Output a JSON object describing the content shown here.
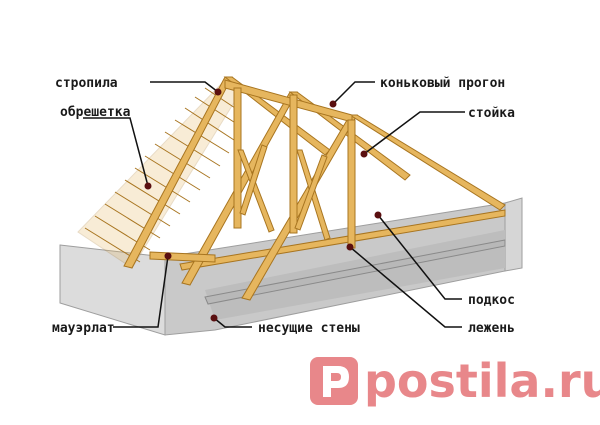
{
  "labels": {
    "rafters": "стропила",
    "battens": "обрешетка",
    "wall_plate": "мауэрлат",
    "ridge_purlin": "коньковый прогон",
    "post": "стойка",
    "strut": "подкос",
    "sill": "лежень",
    "bearing_walls": "несущие стены"
  },
  "watermark": {
    "text": "postila.ru"
  },
  "colors": {
    "timber": "#e6b65e",
    "timber_edge": "#a87520",
    "wall": "#d9d9d9",
    "floor": "#bdbdbd",
    "leader_dot": "#5a0f10",
    "watermark": "#e8878a"
  }
}
